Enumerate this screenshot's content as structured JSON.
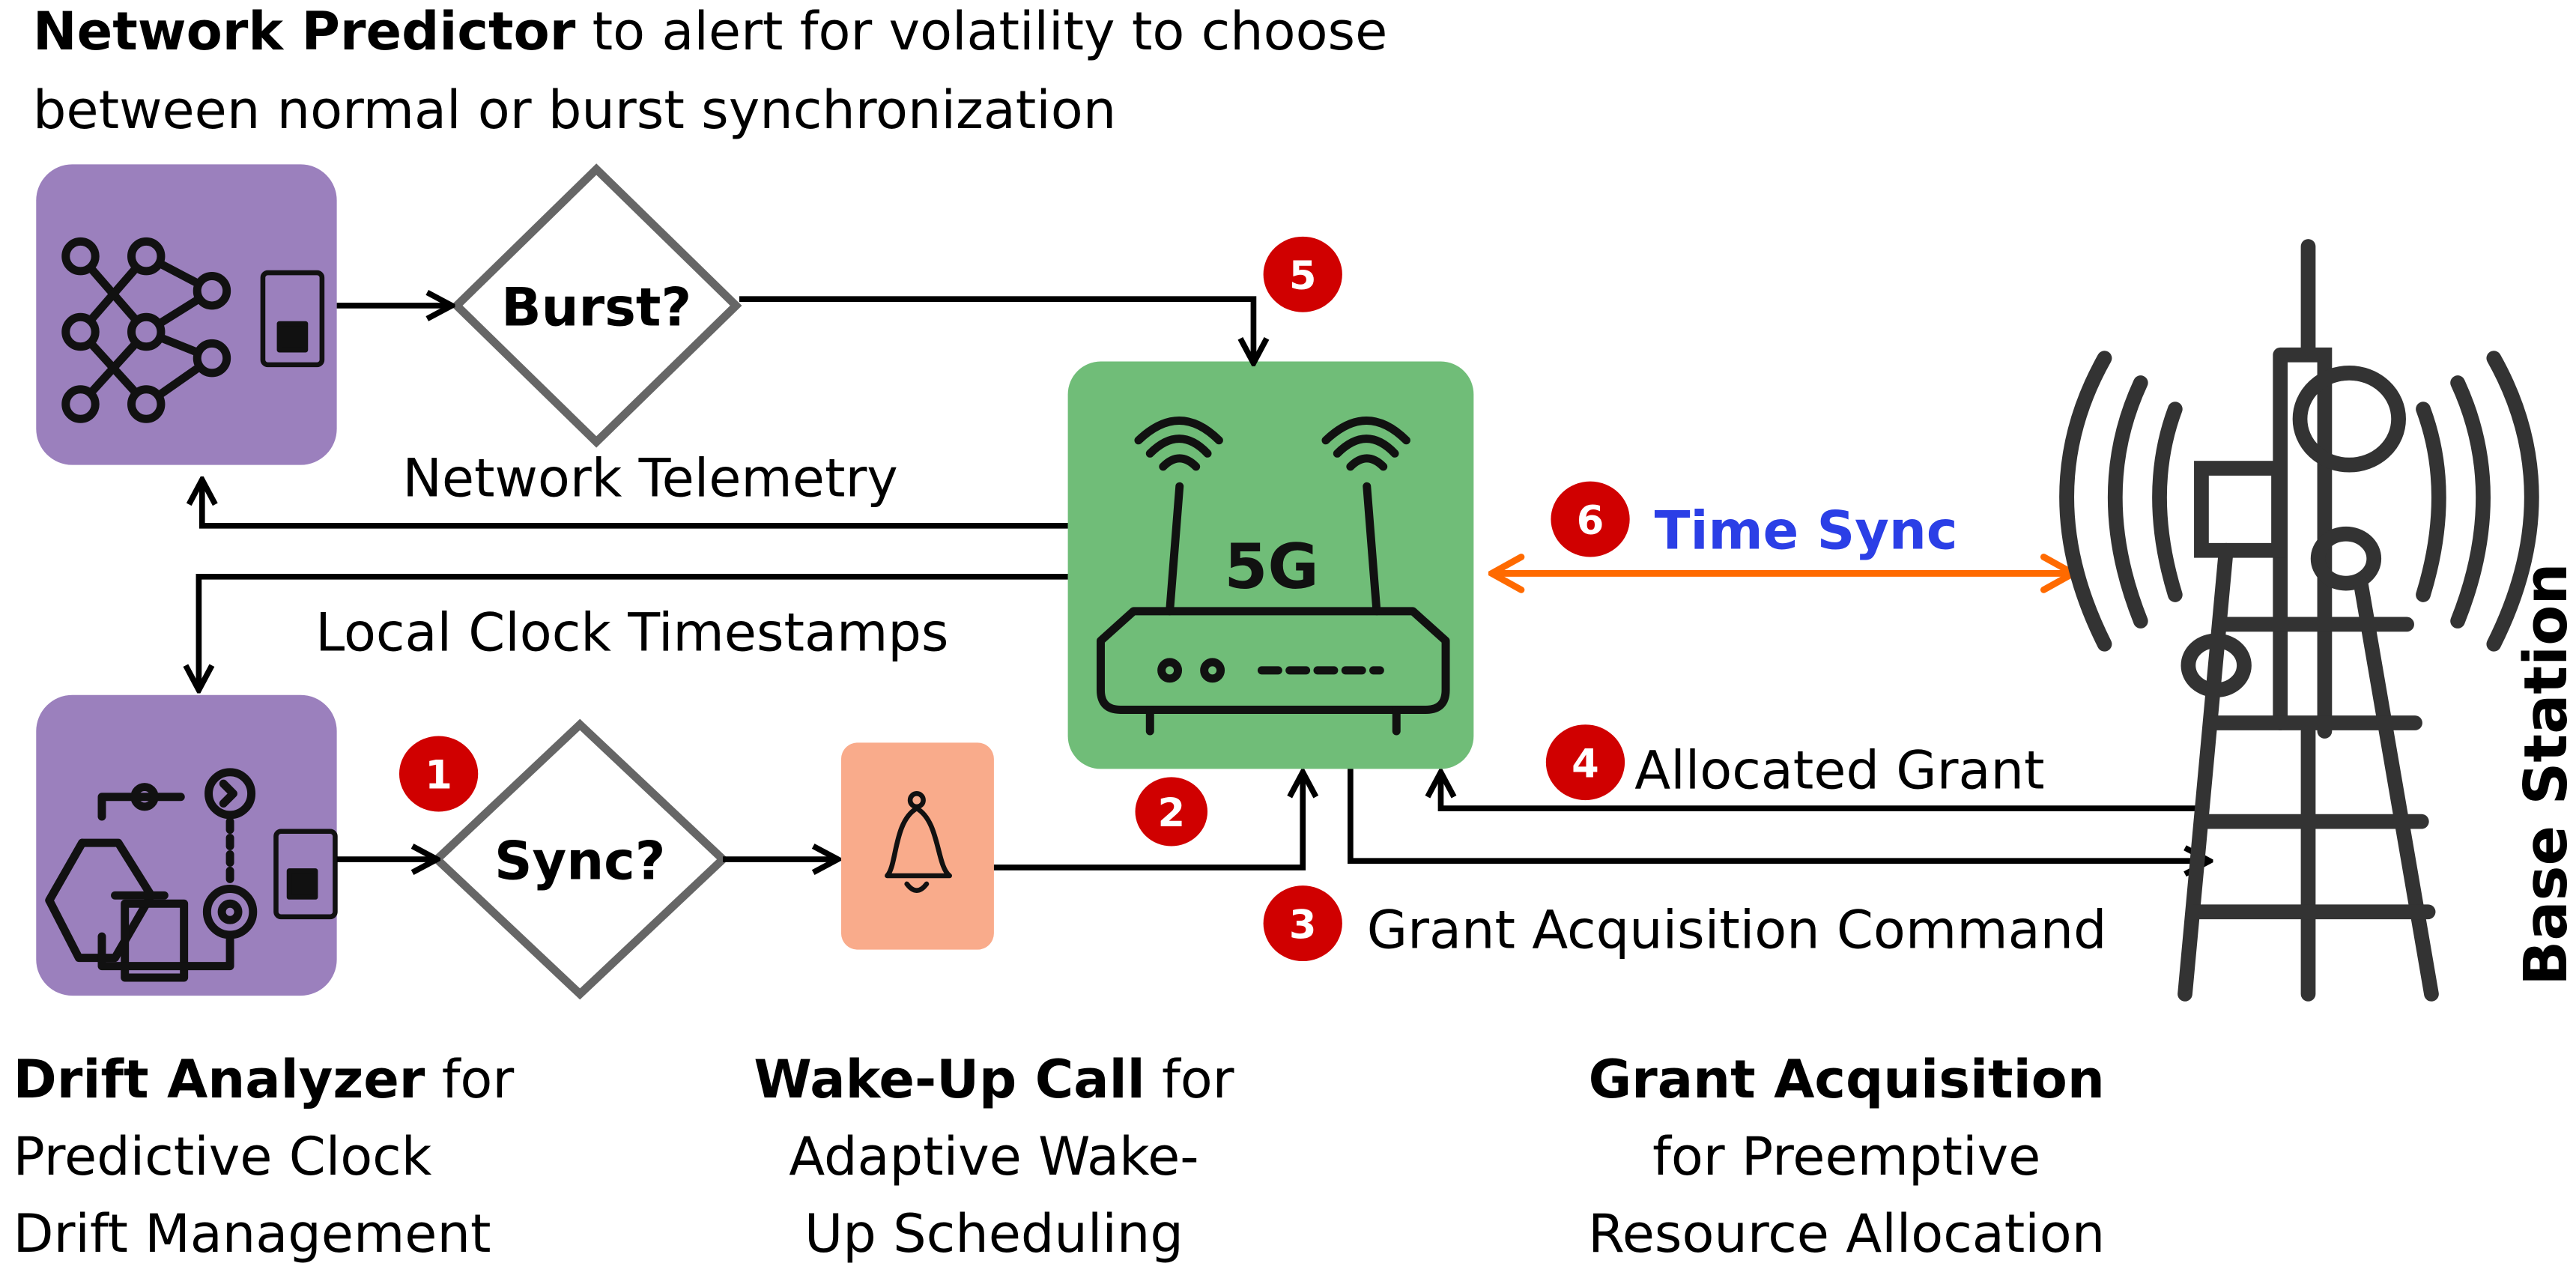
{
  "header": {
    "title_bold": "Network Predictor",
    "title_rest": " to alert for volatility to choose",
    "title_line2": "between normal or burst synchronization"
  },
  "decisions": {
    "burst": "Burst?",
    "sync": "Sync?"
  },
  "router": {
    "label": "5G"
  },
  "flows": {
    "telemetry": "Network Telemetry",
    "timestamps": "Local Clock Timestamps",
    "time_sync": "Time Sync",
    "allocated_grant": "Allocated Grant",
    "grant_command": "Grant Acquisition Command"
  },
  "steps": [
    "1",
    "2",
    "3",
    "4",
    "5",
    "6"
  ],
  "base_station": "Base Station",
  "captions": {
    "drift": {
      "bold": "Drift Analyzer",
      "rest": " for",
      "line2": "Predictive Clock",
      "line3": "Drift Management"
    },
    "wake": {
      "bold": "Wake-Up Call",
      "rest": " for",
      "line2": "Adaptive Wake-",
      "line3": "Up Scheduling"
    },
    "grant": {
      "bold": "Grant Acquisition",
      "line2": "for Preemptive",
      "line3": "Resource Allocation"
    }
  },
  "colors": {
    "module": "#9b80bd",
    "router": "#70bd78",
    "wake": "#f9ab8b",
    "badge": "#d00000",
    "time_sync_text": "#2b3fe6",
    "time_sync_arrow": "#ff6a00",
    "diamond": "#666666"
  }
}
